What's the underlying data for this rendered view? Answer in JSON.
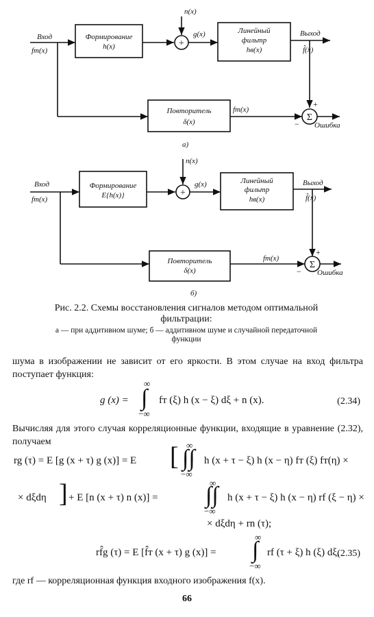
{
  "diagram_a": {
    "input_label": "Вход",
    "input_signal": "fт(x)",
    "noise": "n(x)",
    "block1_line1": "Формирование",
    "block1_line2": "h(x)",
    "adder_symbol": "+",
    "g_label": "g(x)",
    "block2_line1": "Линейный",
    "block2_line2": "фильтр",
    "block2_line3": "hв(x)",
    "output_label": "Выход",
    "output_signal": "f̂(x)",
    "block3_line1": "Повторитель",
    "block3_line2": "δ(x)",
    "repeater_out": "fт(x)",
    "sigma": "Σ",
    "plus": "+",
    "minus": "−",
    "error": "Ошибка",
    "tag": "а)"
  },
  "diagram_b": {
    "input_label": "Вход",
    "input_signal": "fт(x)",
    "noise": "n(x)",
    "block1_line1": "Формирование",
    "block1_line2": "E{h(x)}",
    "adder_symbol": "+",
    "g_label": "g(x)",
    "block2_line1": "Линейный",
    "block2_line2": "фильтр",
    "block2_line3": "hв(x)",
    "output_label": "Выход",
    "output_signal": "f̂(x)",
    "block3_line1": "Повторитель",
    "block3_line2": "δ(x)",
    "repeater_out": "fт(x)",
    "sigma": "Σ",
    "plus": "+",
    "minus": "−",
    "error": "Ошибка",
    "tag": "б)"
  },
  "caption": {
    "line1": "Рис. 2.2. Схемы восстановления сигналов методом оптимальной",
    "line2": "фильтрации:",
    "sub1": "а — при аддитивном шуме; б — аддитивном шуме и случайной передаточной",
    "sub2": "функции"
  },
  "para1": "шума в изображении не зависит от его яркости. В этом случае на вход фильтра поступает функция:",
  "eq234": {
    "lhs": "g (x) =",
    "upper": "∞",
    "lower": "−∞",
    "body": "fт (ξ) h (x − ξ) dξ + n (x).",
    "num": "(2.34)"
  },
  "para2": "Вычисляя для этого случая корреляционные функции, входящие в уравнение (2.32), получаем",
  "eqA": {
    "lhs": "rg (τ) = E [g (x + τ) g (x)] = E",
    "upper": "∞",
    "lower": "−∞",
    "body": "h (x + τ − ξ) h (x − η) fт (ξ) fт(η) ×"
  },
  "eqB": {
    "lhs": "× dξdη",
    "mid": "+ E [n (x + τ) n (x)] =",
    "upper": "∞",
    "lower": "−∞",
    "body": "h (x + τ − ξ) h (x − η) rf (ξ − η) ×"
  },
  "eqC": {
    "body": "× dξdη + rn (τ);"
  },
  "eq235": {
    "lhs": "rf̂g (τ) = E [f̂т (x + τ) g (x)] =",
    "upper": "∞",
    "lower": "−∞",
    "body": "rf (τ + ξ) h (ξ) dξ,",
    "num": "(2.35)"
  },
  "para3": "где rf — корреляционная функция входного изображения f(x).",
  "page_number": "66"
}
